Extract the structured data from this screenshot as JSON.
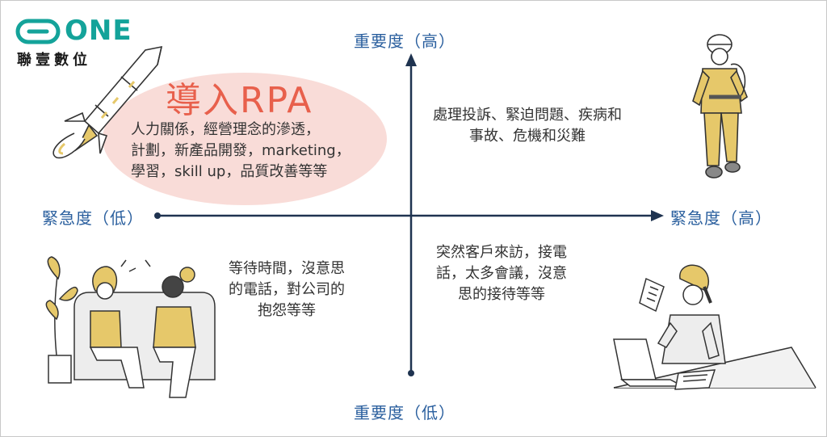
{
  "logo": {
    "brand": "ONE",
    "subtitle": "聯壹數位"
  },
  "axes": {
    "top": "重要度（高）",
    "bottom": "重要度（低）",
    "left": "緊急度（低）",
    "right": "緊急度（高）"
  },
  "quadrants": {
    "top_left": {
      "title": "導入RPA",
      "lines": [
        "人力關係，經營理念的滲透，",
        "計劃，新產品開發，marketing，",
        "學習，skill up，品質改善等等"
      ]
    },
    "top_right": {
      "lines": [
        "處理投訴、緊迫問題、疾病和",
        "事故、危機和災難"
      ]
    },
    "bottom_left": {
      "lines": [
        "等待時間，沒意思",
        "的電話，對公司的",
        "抱怨等等"
      ]
    },
    "bottom_right": {
      "lines": [
        "突然客戶來訪，接電",
        "話，太多會議，沒意",
        "思的接待等等"
      ]
    }
  },
  "colors": {
    "axis": "#1f3350",
    "label": "#2a5f9e",
    "accent": "#e8604c",
    "bubble": "#f9dcd8",
    "brand": "#14a39a",
    "ochre": "#e6c86a"
  }
}
